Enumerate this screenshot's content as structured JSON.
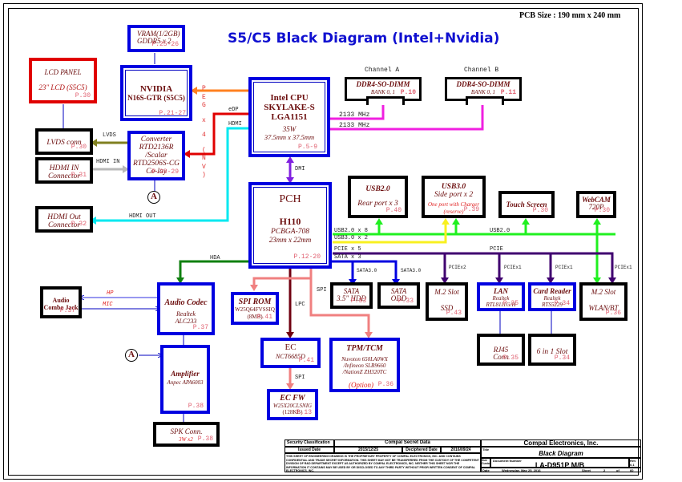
{
  "title": "S5/C5 Black Diagram (Intel+Nvidia)",
  "pcb_size": "PCB Size : 190 mm x 240 mm",
  "blocks": {
    "vram": {
      "l1": "VRAM(1/2GB)",
      "l2": "GDDR5 x 2",
      "page": "P.25-26"
    },
    "lcd_panel": {
      "l1": "LCD PANEL",
      "l2": "23\" LCD (S5C5)",
      "page": "P.30"
    },
    "nvidia": {
      "l1": "NVIDIA",
      "l2": "N16S-GTR (S5C5)",
      "page": "P.21-27"
    },
    "cpu": {
      "l1": "Intel CPU",
      "l2": "SKYLAKE-S",
      "l3": "LGA1151",
      "l4": "35W",
      "l5": "37.5mm x 37.5mm",
      "page": "P.5-9"
    },
    "ddr_a": {
      "channel": "Channel A",
      "l1": "DDR4-SO-DIMM",
      "l2": "BANK 0, 1",
      "page": "P.10"
    },
    "ddr_b": {
      "channel": "Channel B",
      "l1": "DDR4-SO-DIMM",
      "l2": "BANK 0, 1",
      "page": "P.11"
    },
    "lvds_conn": {
      "l1": "LVDS conn",
      "page": "P.30"
    },
    "converter": {
      "l1": "Converter",
      "l2": "RTD2136R",
      "l3": "/Scalar",
      "l4": "RTD2506S-CG",
      "l5": "Co-lay",
      "page": "P.28-29"
    },
    "hdmi_in": {
      "l1": "HDMI IN",
      "l2": "Connector",
      "page": "P.31"
    },
    "hdmi_out": {
      "l1": "HDMI Out",
      "l2": "Connector",
      "page": "P.32"
    },
    "pch": {
      "l1": "PCH",
      "l2": "H110",
      "l3": "PCBGA-708",
      "l4": "23mm x 22mm",
      "page": "P.12-20"
    },
    "usb2": {
      "l1": "USB2.0",
      "l2": "Rear port x 3",
      "page": "P.40"
    },
    "usb3": {
      "l1": "USB3.0",
      "l2": "Side port x 2",
      "l3": "One port with Charger",
      "l4": "(reserve)",
      "page": "P.39"
    },
    "touch": {
      "l1": "Touch Screen",
      "page": "P.30"
    },
    "webcam": {
      "l1": "WebCAM",
      "l2": "720P",
      "page": "P.30"
    },
    "audio_jack": {
      "l1": "Audio",
      "l2": "Combo Jack",
      "page": "P.37"
    },
    "codec": {
      "l1": "Audio Codec",
      "l2": "Realtek",
      "l3": "ALC233",
      "page": "P.37"
    },
    "spi_rom": {
      "l1": "SPI ROM",
      "l2": "W25Q64FVSSIQ",
      "l3": "(8MB)",
      "page": "P.41"
    },
    "sata_hdd": {
      "l1": "SATA",
      "l2": "3.5\" HDD",
      "page": "P.33"
    },
    "sata_odd": {
      "l1": "SATA",
      "l2": "ODD",
      "page": "P.33"
    },
    "m2_ssd": {
      "l1": "M.2 Slot",
      "l2": "SSD",
      "page": "P.43"
    },
    "lan": {
      "l1": "LAN",
      "l2": "Realtek",
      "l3": "RTL8111G/H",
      "page": "P.35"
    },
    "card_reader": {
      "l1": "Card Reader",
      "l2": "Realtek",
      "l3": "RTS5229",
      "page": "P.34"
    },
    "m2_wlan": {
      "l1": "M.2 Slot",
      "l2": "WLAN/BT",
      "page": "P.36"
    },
    "rj45": {
      "l1": "RJ45",
      "l2": "Conn",
      "page": "P.35"
    },
    "six_in_one": {
      "l1": "6 in 1 Slot",
      "page": "P.34"
    },
    "ec": {
      "l1": "EC",
      "l2": "NCT6685D",
      "page": "P.41"
    },
    "tpm": {
      "l1": "TPM/TCM",
      "l2": "Nuvoton 650LA0WX",
      "l3": "/Infineon SLB9660",
      "l4": "/NationZ  ZH320TC",
      "l5": "(Option)",
      "page": "P.36"
    },
    "amplifier": {
      "l1": "Amplifier",
      "l2": "Anpec APA6003",
      "page": "P.38"
    },
    "ec_fw": {
      "l1": "EC FW",
      "l2": "W25X20CLSNIG",
      "l3": "(128KB)",
      "page": "P.13"
    },
    "spk": {
      "l1": "SPK Conn.",
      "l2": "3W x2",
      "page": "P.38"
    }
  },
  "bus_labels": {
    "lvds": "LVDS",
    "hdmi_in": "HDMI IN",
    "hdmi_out": "HDMI OUT",
    "peg": [
      "P",
      "E",
      "G",
      "x",
      "4",
      "(",
      "N",
      "V",
      ")"
    ],
    "edp": "eDP",
    "hdmi": "HDMI",
    "mem_a": "2133 MHz",
    "mem_b": "2133 MHz",
    "dmi": "DMI",
    "usb2x8": "USB2.0 x 8",
    "usb3x2": "USB3.0 x 2",
    "pciex5": "PCIE x 5",
    "satax3": "SATA x 3",
    "usb2": "USB2.0",
    "pcie": "PCIE",
    "sata30_a": "SATA3.0",
    "sata30_b": "SATA3.0",
    "pciex2": "PCIEx2",
    "pciex1_a": "PCIEx1",
    "pciex1_b": "PCIEx1",
    "pciex1_c": "PCIEx1",
    "hda": "HDA",
    "hp": "HP",
    "mic": "MIC",
    "spi": "SPI",
    "lpc": "LPC",
    "spi2": "SPI",
    "connector_a": "A"
  },
  "title_block": {
    "security_label": "Security Classification",
    "security_value": "Compal Secret Data",
    "issued_label": "Issued Date",
    "issued_value": "2015/12/25",
    "deciphered_label": "Deciphered Date",
    "deciphered_value": "2016/09/24",
    "notice": "THIS SHEET OF ENGINEERING DRAWING IS THE PROPRIETARY PROPERTY OF COMPAL ELECTRONICS, INC. AND CONTAINS CONFIDENTIAL AND TRADE SECRET INFORMATION. THIS SHEET MAY NOT BE TRANSFERRED FROM THE CUSTODY OF THE COMPETENT DIVISION OF R&D DEPARTMENT EXCEPT AS AUTHORIZED BY COMPAL ELECTRONICS, INC. NEITHER THIS SHEET NOR THE INFORMATION IT CONTAINS MAY BE USED BY OR DISCLOSED TO ANY THIRD PARTY WITHOUT PRIOR WRITTEN CONSENT OF COMPAL ELECTRONICS, INC.",
    "company": "Compal Electronics, Inc.",
    "title_label": "Title",
    "title_value": "Black Diagram",
    "size_label": "Size",
    "size_value": "Custom",
    "docnum_label": "Document Number",
    "docnum_value": "LA-D951P M/B",
    "rev_label": "Rev",
    "rev_value": "0.1",
    "date_label": "Date",
    "date_value": "Wednesday, May 25, 2016",
    "sheet_label": "Sheet",
    "sheet_value": "2",
    "of_label": "of",
    "of_value": "60"
  }
}
